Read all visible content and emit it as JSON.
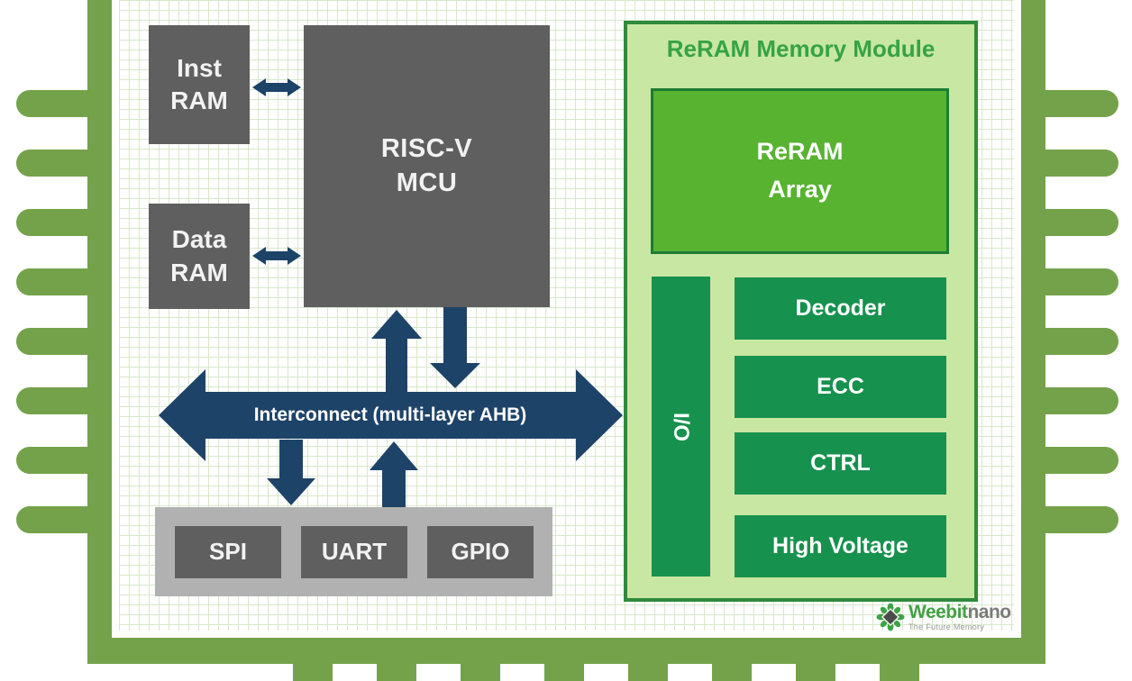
{
  "blocks": {
    "inst_ram": {
      "line1": "Inst",
      "line2": "RAM"
    },
    "data_ram": {
      "line1": "Data",
      "line2": "RAM"
    },
    "mcu": {
      "line1": "RISC-V",
      "line2": "MCU"
    }
  },
  "interconnect": {
    "label": "Interconnect (multi-layer AHB)"
  },
  "peripherals": {
    "items": [
      "SPI",
      "UART",
      "GPIO"
    ]
  },
  "reram": {
    "title": "ReRAM Memory Module",
    "array": {
      "line1": "ReRAM",
      "line2": "Array"
    },
    "io_label": "I/O",
    "sub_blocks": [
      "Decoder",
      "ECC",
      "CTRL",
      "High Voltage"
    ]
  },
  "logo": {
    "brand": "Weebit",
    "suffix": "nano",
    "tagline": "The Future Memory"
  },
  "colors": {
    "chip_green": "#74a24a",
    "arrow_navy": "#1e4368",
    "block_gray": "#5f5f5f",
    "tray_gray": "#b1b1b1",
    "module_fill": "#c8e7a2",
    "module_border": "#2f8a3c",
    "array_fill": "#57b330",
    "inner_green": "#17914e",
    "title_green": "#36a344",
    "logo_green": "#43a047"
  }
}
